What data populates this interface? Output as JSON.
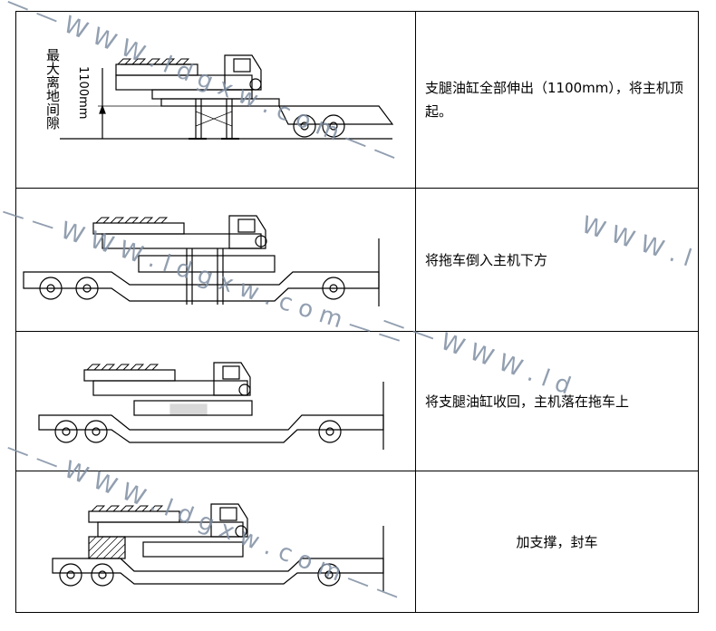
{
  "steps": [
    {
      "description": "支腿油缸全部伸出（1100mm），将主机顶起。",
      "label_vertical": "最大离地间隙",
      "label_dimension": "1100mm"
    },
    {
      "description": "将拖车倒入主机下方"
    },
    {
      "description": "将支腿油缸收回，主机落在拖车上"
    },
    {
      "description": "加支撑，封车"
    }
  ],
  "watermark": {
    "text_1": "—  — W W W . l d g x w . c o m —  —",
    "text_2": "—  — W W W . l d g x w . c o m —  —",
    "text_3": "—  — W W W . l d g x w . c o m —  —",
    "text_4": "—  — W W W . l d",
    "text_5": "W W W . l"
  },
  "colors": {
    "line": "#000000",
    "watermark": "#7f8fa3"
  }
}
